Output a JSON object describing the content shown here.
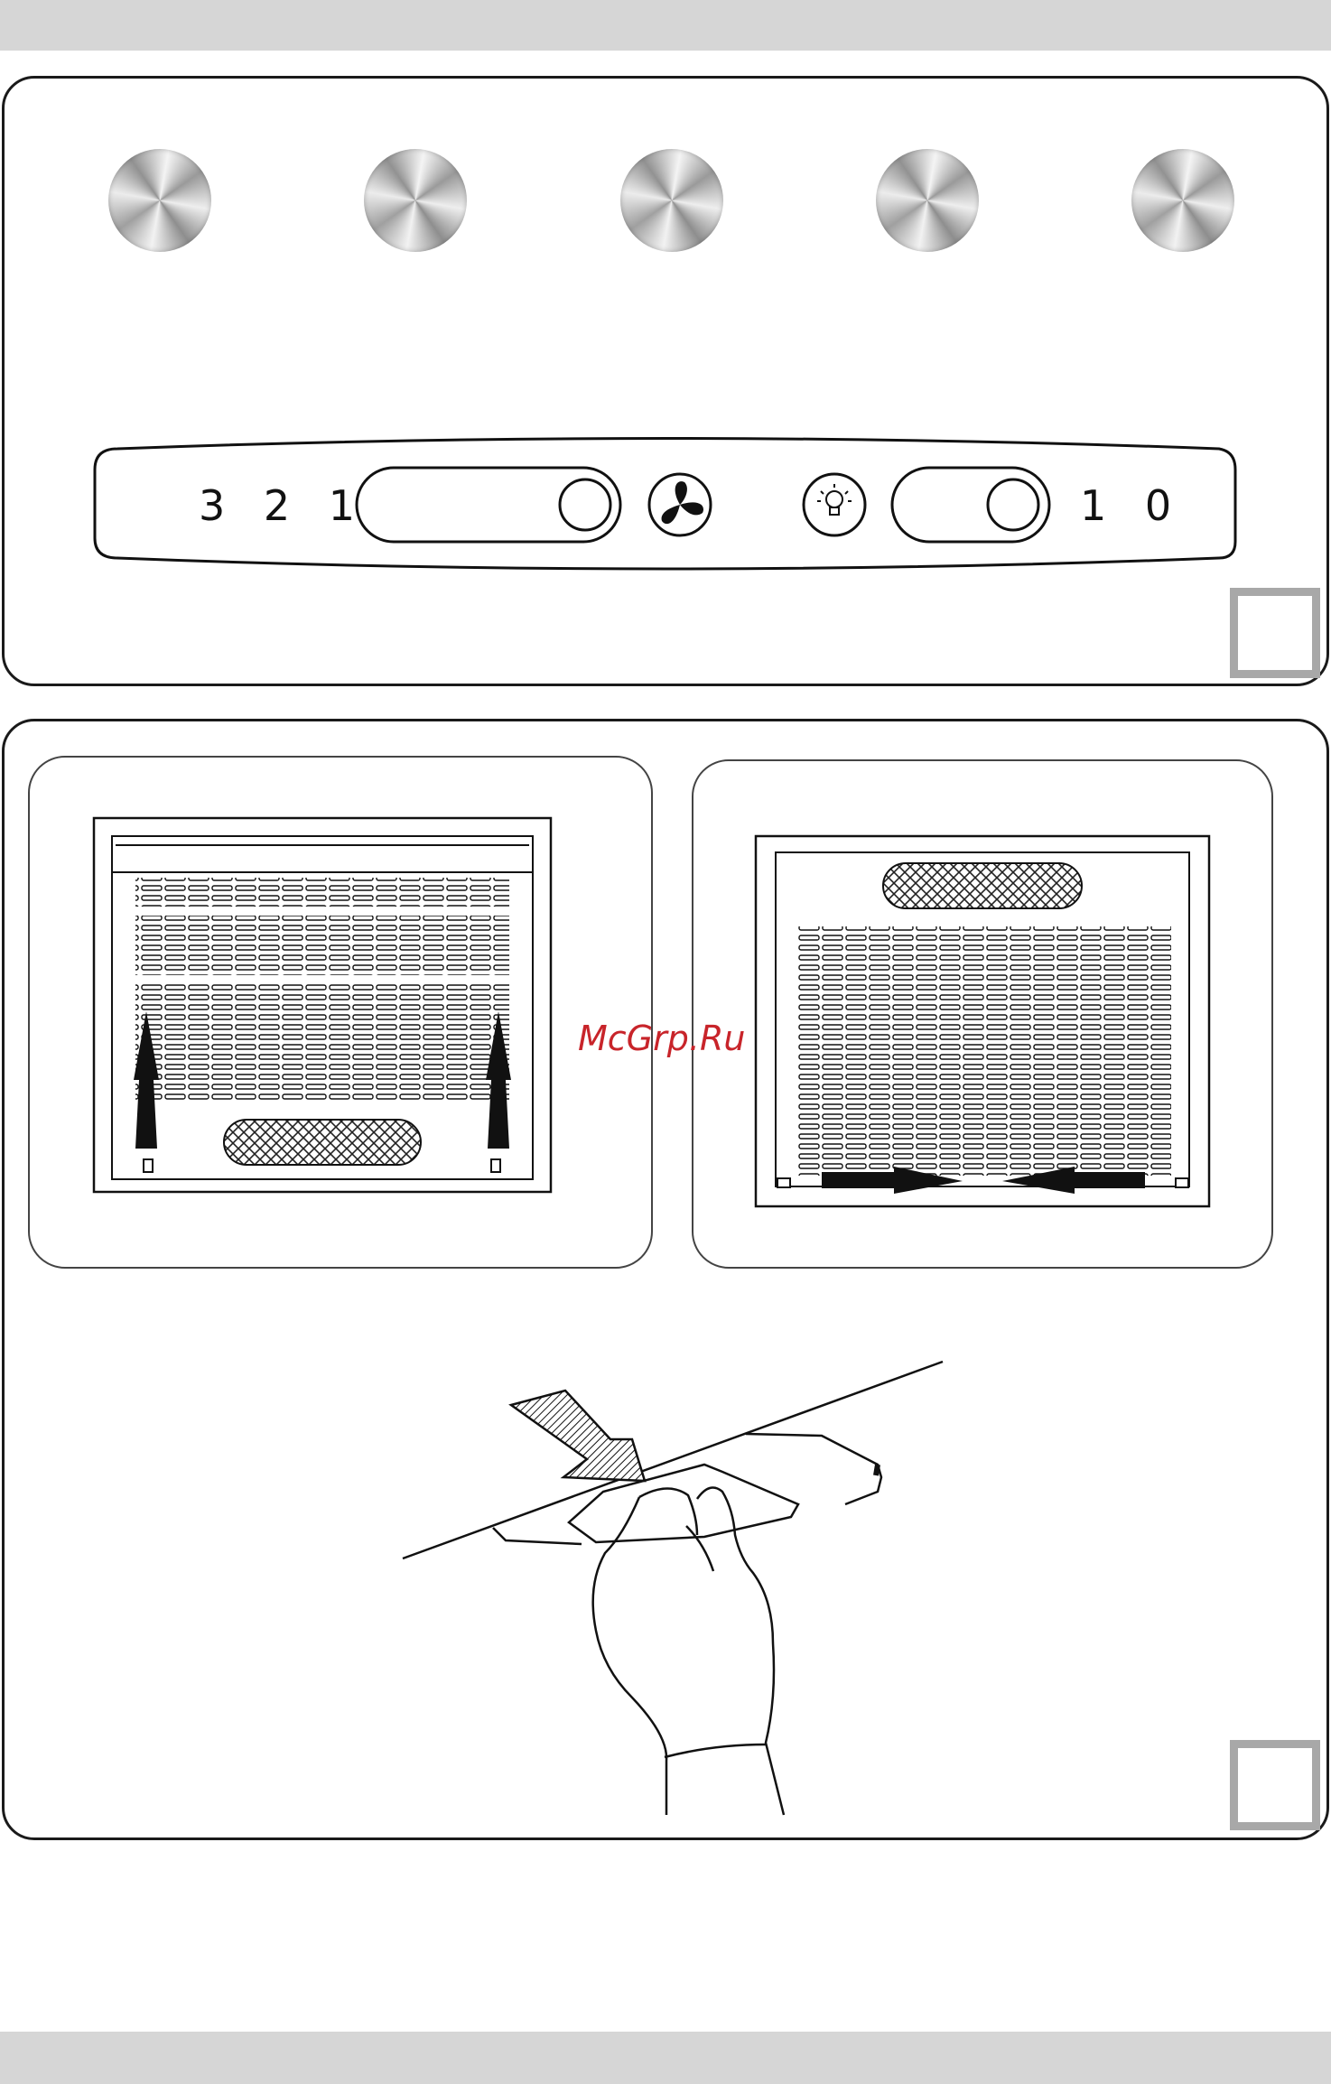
{
  "control_panel": {
    "fan_speed_scale": "3 2 1 0",
    "light_scale": "1 0",
    "icons": [
      "fan-icon",
      "light-bulb-icon"
    ]
  },
  "knobs": [
    "knob-1",
    "knob-2",
    "knob-3",
    "knob-4",
    "knob-5"
  ],
  "watermark": "McGrp.Ru",
  "colors": {
    "watermark": "#c8242a",
    "band": "#d6d6d6",
    "corner_box": "#a8a8a8"
  }
}
